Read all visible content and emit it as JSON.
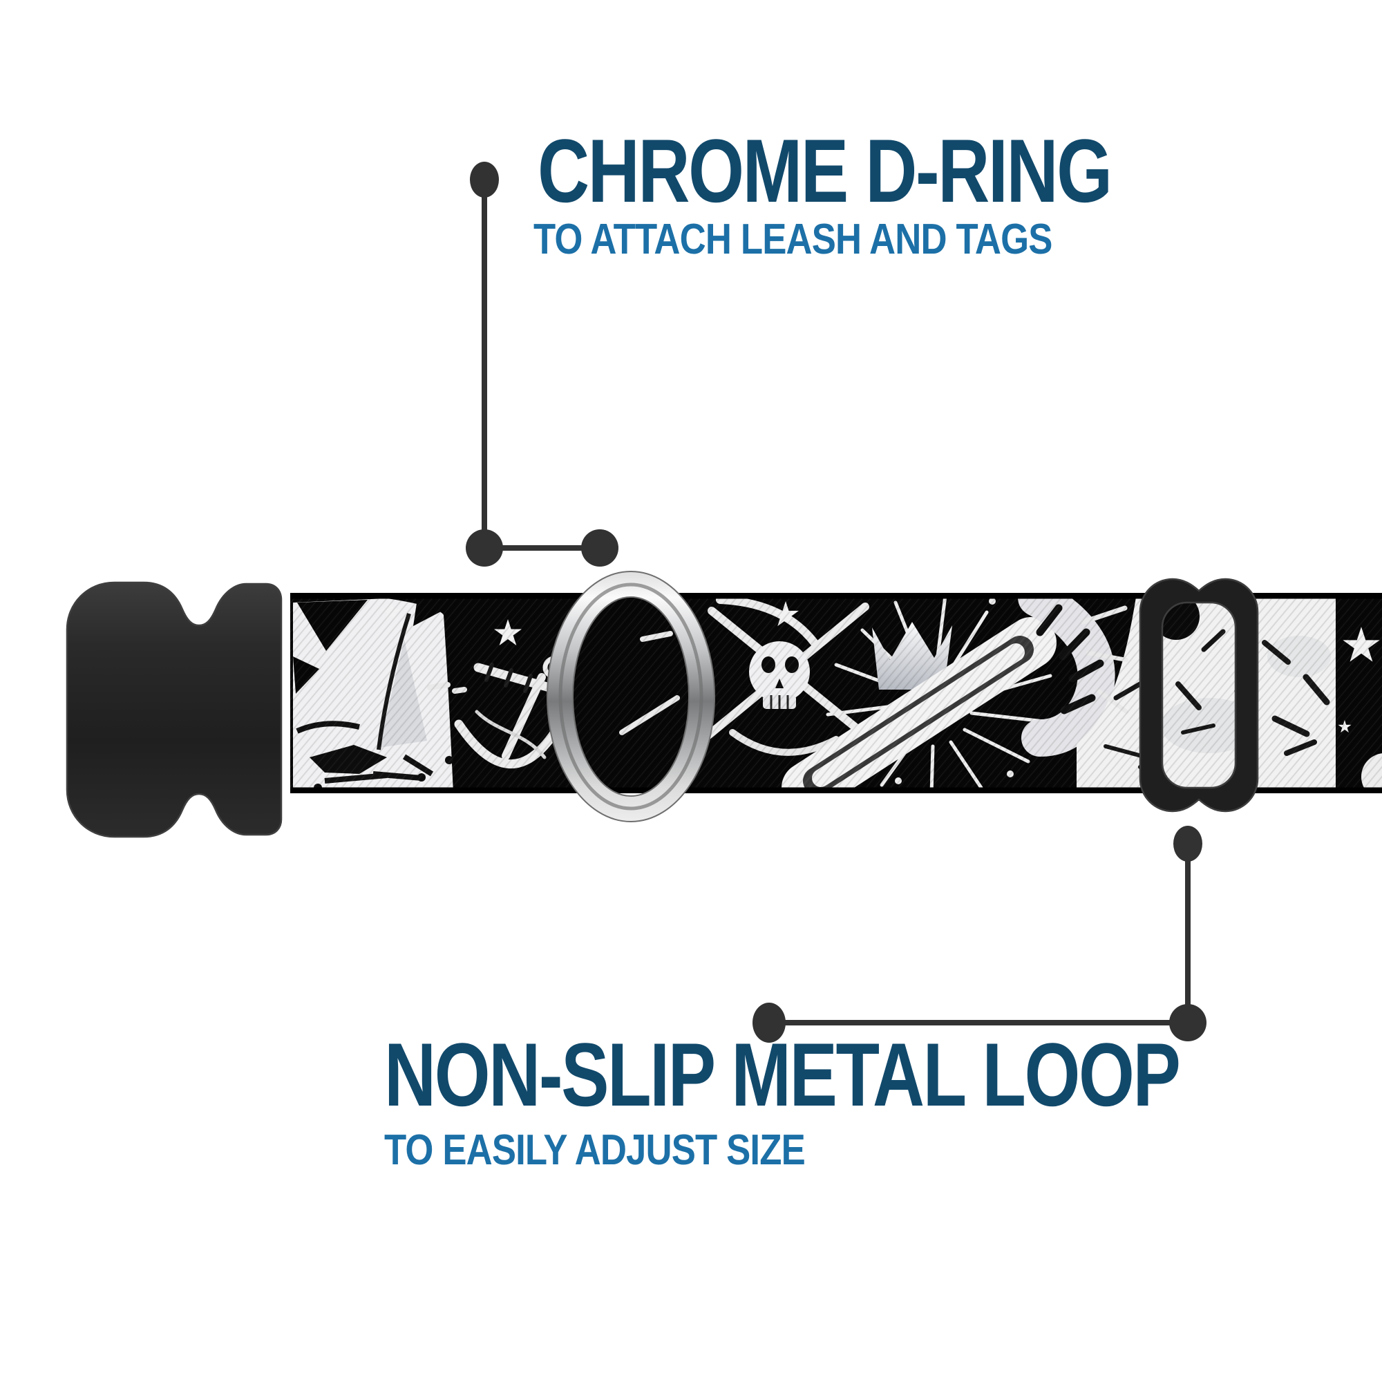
{
  "callouts": {
    "dring": {
      "title": "CHROME D-RING",
      "subtitle": "TO ATTACH LEASH AND TAGS"
    },
    "loop": {
      "title": "NON-SLIP METAL LOOP",
      "subtitle": "TO EASILY ADJUST SIZE"
    }
  },
  "parts": {
    "buckle": "black-side-release-buckle",
    "dring": "chrome-d-ring",
    "slider": "black-metal-adjustment-loop",
    "strap": "black-white-pirate-print-webbing"
  },
  "colors": {
    "page_bg": "#ffffff",
    "title": "#11496b",
    "subtitle": "#1c70a7",
    "callout": "#323232",
    "strap_black": "#070707",
    "pattern_white": "#f0f0f2",
    "pattern_gray": "#d5d7db",
    "plastic_dark": "#242424",
    "chrome_light": "#fafafa",
    "chrome_dark": "#787a7c"
  }
}
